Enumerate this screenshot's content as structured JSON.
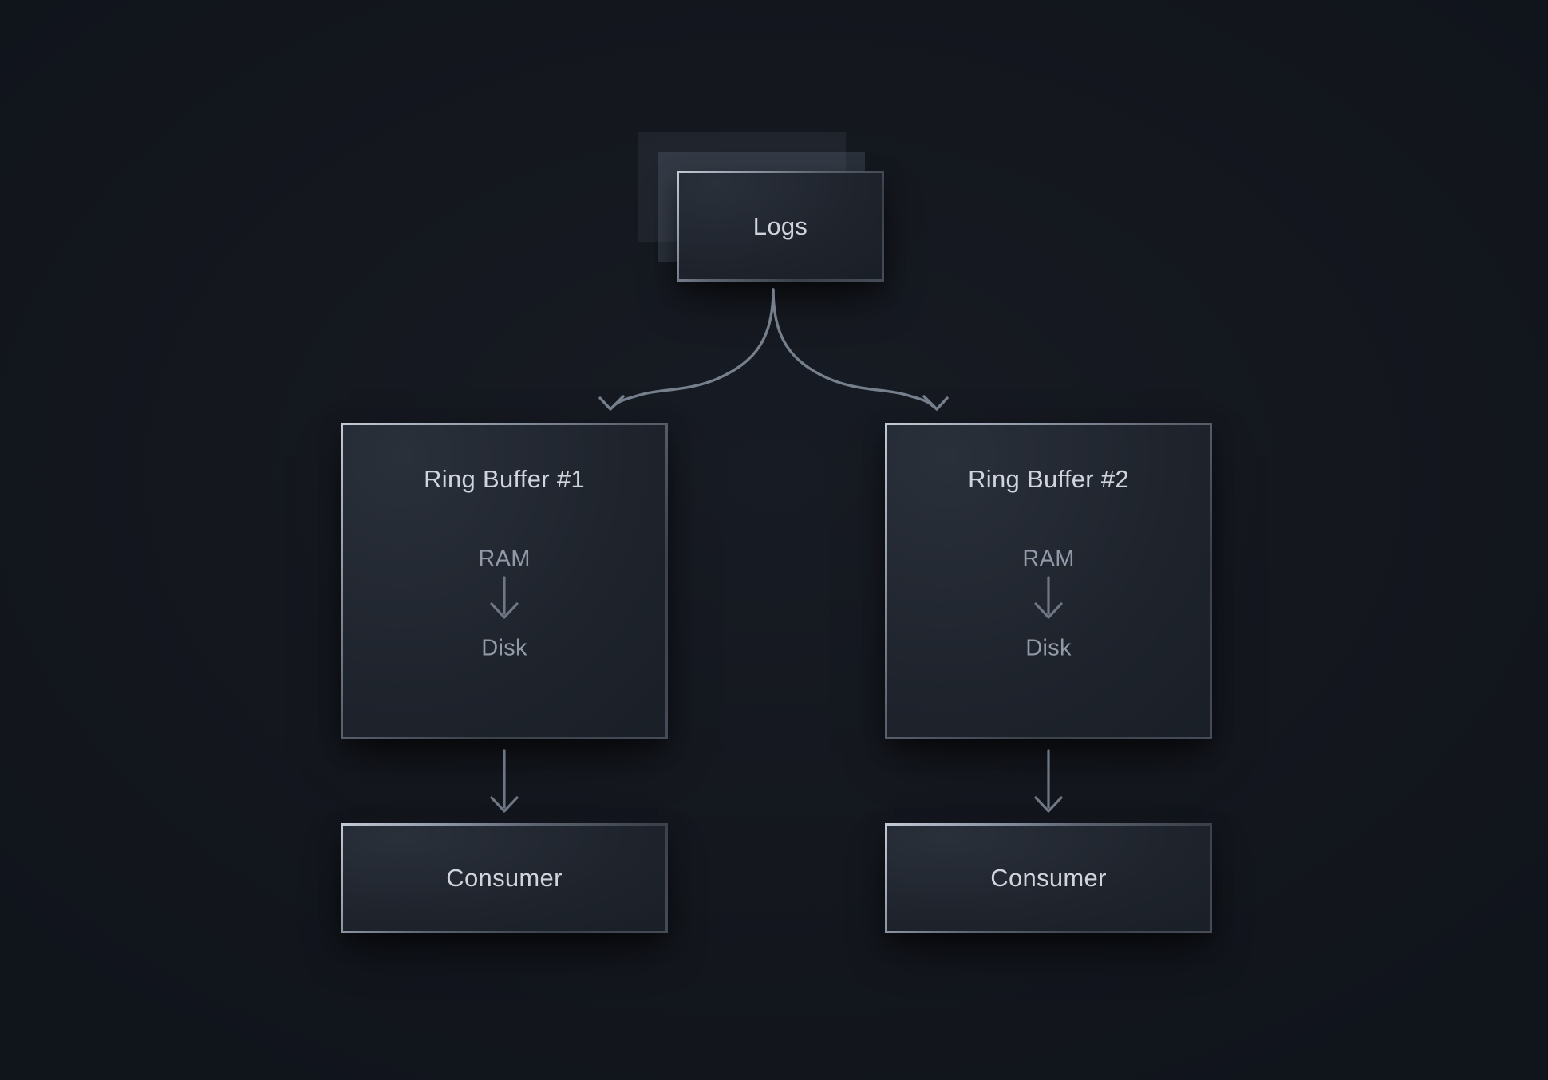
{
  "page": {
    "background": "#14171e",
    "theme": "dark"
  },
  "palette": {
    "node_fill_light": "#2a303a",
    "node_fill_dark": "#171c24",
    "border_light": "#c3cbd7",
    "border_dark": "#3a414b",
    "arrow": "#76808d",
    "title_text": "#d0d5dd",
    "muted_text": "#9299a7",
    "ghost_card": "rgba(136,152,170,0.2)"
  },
  "nodes": {
    "logs": {
      "label": "Logs"
    },
    "ring_buffer_1": {
      "title": "Ring Buffer #1",
      "source": "RAM",
      "target": "Disk"
    },
    "ring_buffer_2": {
      "title": "Ring Buffer #2",
      "source": "RAM",
      "target": "Disk"
    },
    "consumer_1": {
      "label": "Consumer"
    },
    "consumer_2": {
      "label": "Consumer"
    }
  },
  "edges": [
    {
      "from": "logs",
      "to": "ring_buffer_1",
      "type": "curved-arrow"
    },
    {
      "from": "logs",
      "to": "ring_buffer_2",
      "type": "curved-arrow"
    },
    {
      "from": "RAM",
      "to": "Disk",
      "within": "ring_buffer_1",
      "type": "straight-arrow"
    },
    {
      "from": "RAM",
      "to": "Disk",
      "within": "ring_buffer_2",
      "type": "straight-arrow"
    },
    {
      "from": "ring_buffer_1",
      "to": "consumer_1",
      "type": "straight-arrow"
    },
    {
      "from": "ring_buffer_2",
      "to": "consumer_2",
      "type": "straight-arrow"
    }
  ]
}
